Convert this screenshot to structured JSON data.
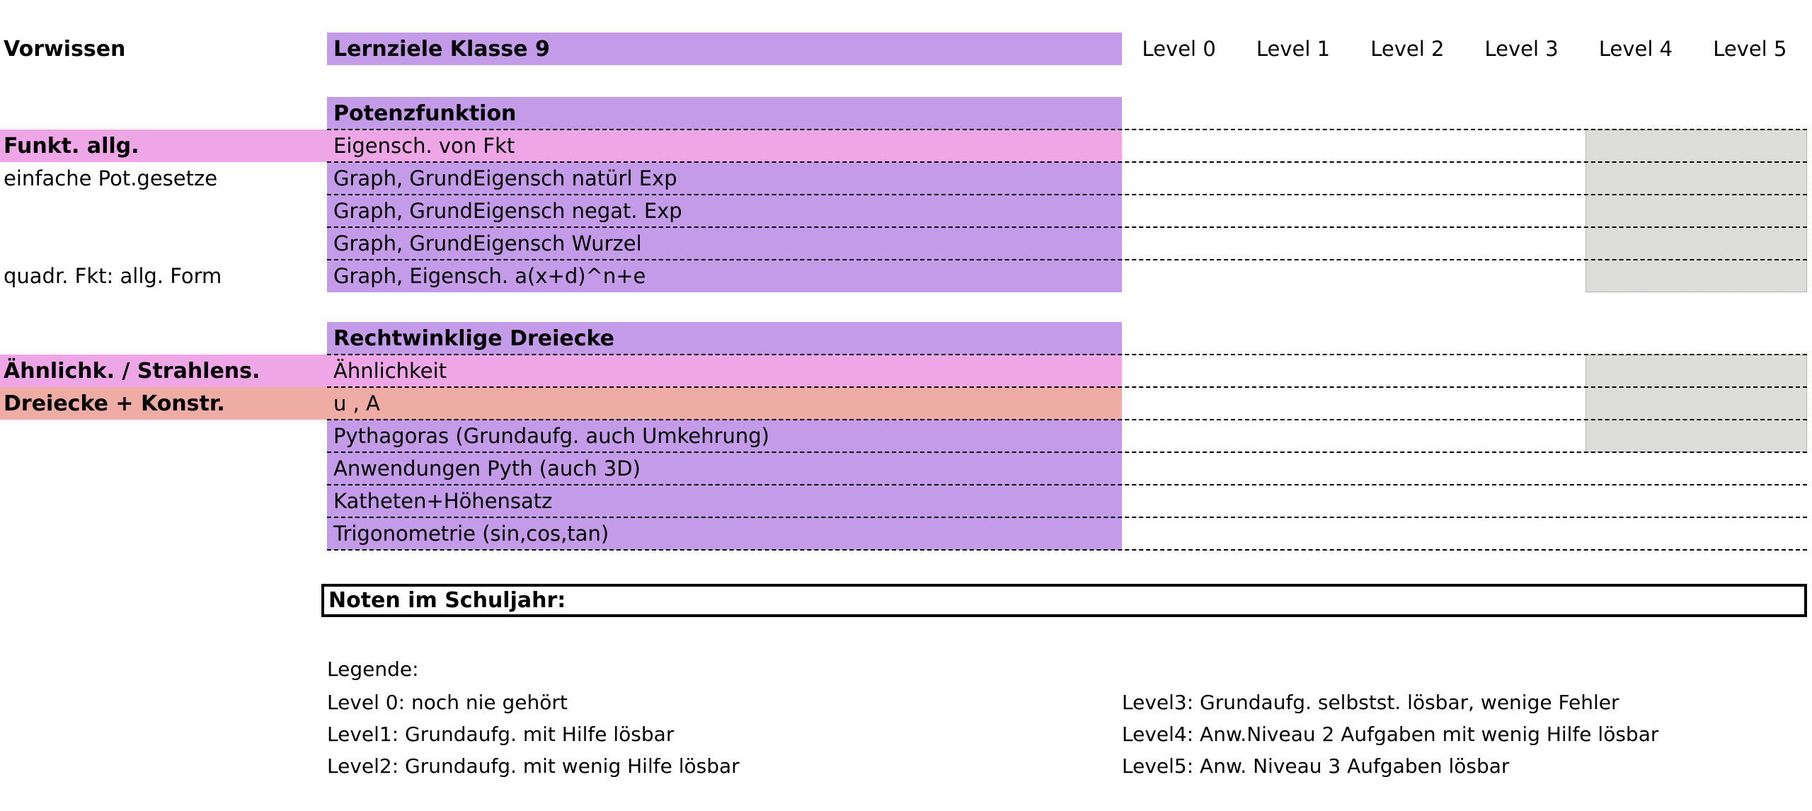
{
  "header": {
    "vorwissen": "Vorwissen",
    "title": "Lernziele Klasse 9",
    "levels": [
      "Level 0",
      "Level 1",
      "Level 2",
      "Level 3",
      "Level 4",
      "Level 5"
    ]
  },
  "sections": [
    {
      "title": "Potenzfunktion",
      "rows": [
        {
          "left": "Funkt. allg.",
          "topic": "Eigensch. von Fkt"
        },
        {
          "left": "einfache Pot.gesetze",
          "topic": "Graph, GrundEigensch natürl Exp"
        },
        {
          "left": "",
          "topic": "Graph, GrundEigensch negat. Exp"
        },
        {
          "left": "",
          "topic": "Graph, GrundEigensch Wurzel"
        },
        {
          "left": "quadr. Fkt: allg. Form",
          "topic": "Graph, Eigensch. a(x+d)^n+e"
        }
      ]
    },
    {
      "title": "Rechtwinklige Dreiecke",
      "rows": [
        {
          "left": "Ähnlichk. / Strahlens.",
          "topic": "Ähnlichkeit"
        },
        {
          "left": "Dreiecke + Konstr.",
          "topic": "u , A"
        },
        {
          "left": "",
          "topic": "Pythagoras (Grundaufg. auch Umkehrung)"
        },
        {
          "left": "",
          "topic": "Anwendungen Pyth (auch 3D)"
        },
        {
          "left": "",
          "topic": "Katheten+Höhensatz"
        },
        {
          "left": "",
          "topic": "Trigonometrie (sin,cos,tan)"
        }
      ]
    }
  ],
  "notes": {
    "label": "Noten im Schuljahr:"
  },
  "legend": {
    "title": "Legende:",
    "items_left": [
      "Level 0: noch nie gehört",
      "Level1: Grundaufg. mit Hilfe lösbar",
      "Level2: Grundaufg. mit wenig Hilfe lösbar"
    ],
    "items_right": [
      "Level3: Grundaufg. selbstst. lösbar, wenige Fehler",
      "Level4: Anw.Niveau 2 Aufgaben mit wenig Hilfe lösbar",
      "Level5: Anw. Niveau 3 Aufgaben lösbar"
    ]
  },
  "colors": {
    "purple": "#C49BE8",
    "pink": "#EEA6E7",
    "salmon": "#EEACA5",
    "gray": "#DCDCDA"
  }
}
